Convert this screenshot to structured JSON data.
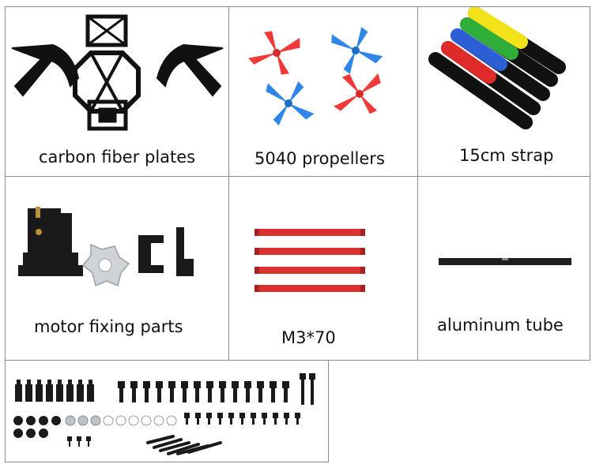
{
  "cells": {
    "carbon": {
      "label": "carbon fiber plates"
    },
    "props": {
      "label": "5040 propellers"
    },
    "strap": {
      "label": "15cm strap"
    },
    "motor": {
      "label": "motor fixing parts"
    },
    "m3": {
      "label": "M3*70"
    },
    "tube": {
      "label": "aluminum tube"
    }
  },
  "colors": {
    "border": "#8a8a8a",
    "propeller_red": "#f03a3a",
    "propeller_blue": "#2f86e8",
    "standoff_red": "#d8312f",
    "strap_yellow": "#f2e21a",
    "strap_green": "#2fae3a",
    "strap_blue": "#2c5fd6",
    "strap_red": "#e02a2a"
  },
  "icons": [
    "carbon-frame-icon",
    "propeller-icon",
    "strap-icon",
    "motor-mount-icon",
    "standoff-icon",
    "tube-icon",
    "screw-icon",
    "nut-icon"
  ]
}
